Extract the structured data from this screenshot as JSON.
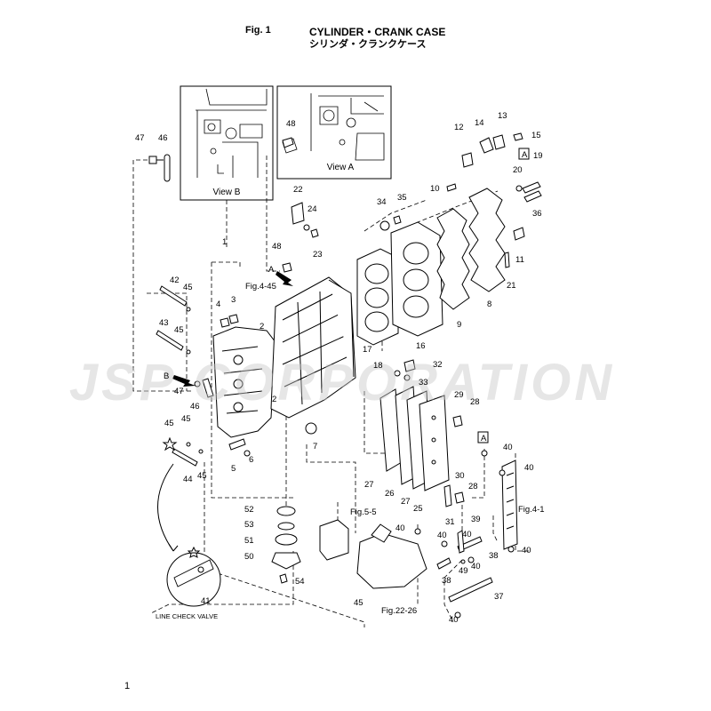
{
  "header": {
    "figure_label": "Fig. 1",
    "title_en": "CYLINDER・CRANK CASE",
    "title_jp": "シリンダ・クランクケース"
  },
  "views": [
    {
      "label": "View B"
    },
    {
      "label": "View A"
    }
  ],
  "callouts": [
    {
      "id": "c1",
      "text": "1"
    },
    {
      "id": "c2a",
      "text": "2"
    },
    {
      "id": "c2b",
      "text": "2"
    },
    {
      "id": "c3",
      "text": "3"
    },
    {
      "id": "c4",
      "text": "4"
    },
    {
      "id": "c5",
      "text": "5"
    },
    {
      "id": "c6",
      "text": "6"
    },
    {
      "id": "c7",
      "text": "7"
    },
    {
      "id": "c8",
      "text": "8"
    },
    {
      "id": "c9",
      "text": "9"
    },
    {
      "id": "c10",
      "text": "10"
    },
    {
      "id": "c11",
      "text": "11"
    },
    {
      "id": "c12",
      "text": "12"
    },
    {
      "id": "c13",
      "text": "13"
    },
    {
      "id": "c14",
      "text": "14"
    },
    {
      "id": "c15",
      "text": "15"
    },
    {
      "id": "c16",
      "text": "16"
    },
    {
      "id": "c17",
      "text": "17"
    },
    {
      "id": "c18",
      "text": "18"
    },
    {
      "id": "c19",
      "text": "19"
    },
    {
      "id": "c20",
      "text": "20"
    },
    {
      "id": "c21",
      "text": "21"
    },
    {
      "id": "c22",
      "text": "22"
    },
    {
      "id": "c23",
      "text": "23"
    },
    {
      "id": "c24",
      "text": "24"
    },
    {
      "id": "c25",
      "text": "25"
    },
    {
      "id": "c26",
      "text": "26"
    },
    {
      "id": "c27a",
      "text": "27"
    },
    {
      "id": "c27b",
      "text": "27"
    },
    {
      "id": "c28a",
      "text": "28"
    },
    {
      "id": "c28b",
      "text": "28"
    },
    {
      "id": "c29",
      "text": "29"
    },
    {
      "id": "c30",
      "text": "30"
    },
    {
      "id": "c31",
      "text": "31"
    },
    {
      "id": "c32",
      "text": "32"
    },
    {
      "id": "c33",
      "text": "33"
    },
    {
      "id": "c34",
      "text": "34"
    },
    {
      "id": "c35",
      "text": "35"
    },
    {
      "id": "c36",
      "text": "36"
    },
    {
      "id": "c37",
      "text": "37"
    },
    {
      "id": "c38a",
      "text": "38"
    },
    {
      "id": "c38b",
      "text": "38"
    },
    {
      "id": "c39",
      "text": "39"
    },
    {
      "id": "c40a",
      "text": "40"
    },
    {
      "id": "c40b",
      "text": "40"
    },
    {
      "id": "c40c",
      "text": "40"
    },
    {
      "id": "c40d",
      "text": "40"
    },
    {
      "id": "c40e",
      "text": "40"
    },
    {
      "id": "c40f",
      "text": "40"
    },
    {
      "id": "c40g",
      "text": "40"
    },
    {
      "id": "c40h",
      "text": "40"
    },
    {
      "id": "c41",
      "text": "41"
    },
    {
      "id": "c42",
      "text": "42"
    },
    {
      "id": "c43",
      "text": "43"
    },
    {
      "id": "c44",
      "text": "44"
    },
    {
      "id": "c45a",
      "text": "45"
    },
    {
      "id": "c45b",
      "text": "45"
    },
    {
      "id": "c45c",
      "text": "45"
    },
    {
      "id": "c45d",
      "text": "45"
    },
    {
      "id": "c45e",
      "text": "45"
    },
    {
      "id": "c45f",
      "text": "45"
    },
    {
      "id": "c46a",
      "text": "46"
    },
    {
      "id": "c46b",
      "text": "46"
    },
    {
      "id": "c47a",
      "text": "47"
    },
    {
      "id": "c47b",
      "text": "47"
    },
    {
      "id": "c48a",
      "text": "48"
    },
    {
      "id": "c48b",
      "text": "48"
    },
    {
      "id": "c49",
      "text": "49"
    },
    {
      "id": "c50",
      "text": "50"
    },
    {
      "id": "c51",
      "text": "51"
    },
    {
      "id": "c52",
      "text": "52"
    },
    {
      "id": "c53",
      "text": "53"
    },
    {
      "id": "c54",
      "text": "54"
    },
    {
      "id": "cA1",
      "text": "A"
    },
    {
      "id": "cA2",
      "text": "A"
    },
    {
      "id": "cAarrow",
      "text": "A"
    },
    {
      "id": "cBarrow",
      "text": "B"
    }
  ],
  "references": [
    {
      "id": "r1",
      "text": "Fig.4-45"
    },
    {
      "id": "r2",
      "text": "Fig.5-5"
    },
    {
      "id": "r3",
      "text": "Fig.4-1"
    },
    {
      "id": "r4",
      "text": "Fig.22-26"
    }
  ],
  "line_check_valve_label": "LINE CHECK VALVE",
  "watermark": "JSP CORPORATION",
  "page_number": "1"
}
